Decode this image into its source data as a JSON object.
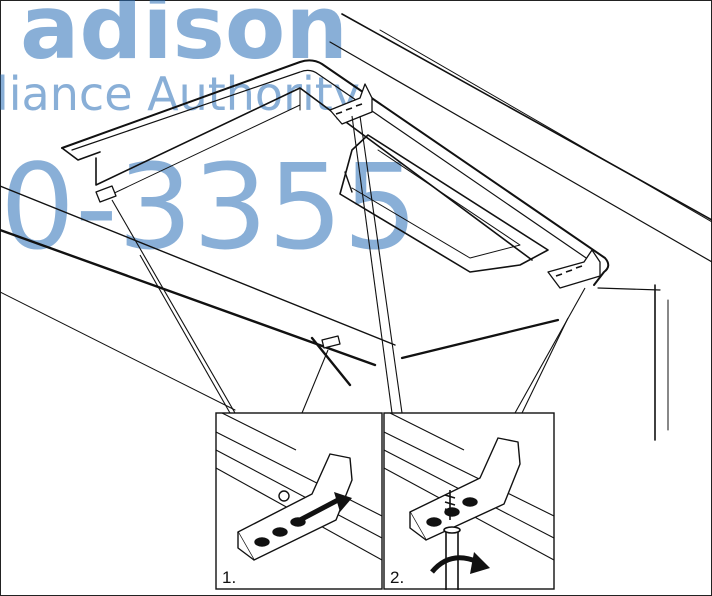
{
  "watermark": {
    "line1": "adison",
    "line2": "liance Authority",
    "line3": "0-3355",
    "color": "#2a6fb8"
  },
  "steps": [
    {
      "label": "1."
    },
    {
      "label": "2."
    }
  ],
  "icons": [
    "mounting-bracket-icon",
    "screw-icon",
    "rotate-arrow-icon",
    "insert-arrow-icon"
  ]
}
